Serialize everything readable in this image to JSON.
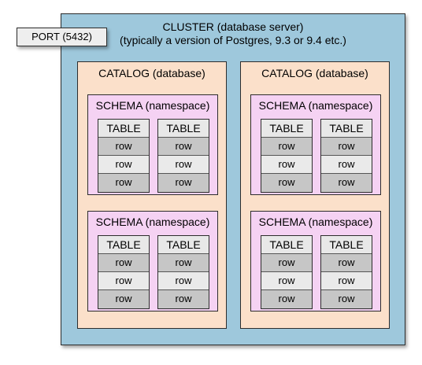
{
  "port_label": "PORT (5432)",
  "cluster": {
    "title_line1": "CLUSTER (database server)",
    "title_line2": "(typically a version of Postgres, 9.3 or 9.4 etc.)"
  },
  "catalogs": [
    {
      "label": "CATALOG (database)",
      "schemas": [
        {
          "label": "SCHEMA (namespace)",
          "tables": [
            {
              "header": "TABLE",
              "rows": [
                "row",
                "row",
                "row"
              ]
            },
            {
              "header": "TABLE",
              "rows": [
                "row",
                "row",
                "row"
              ]
            }
          ]
        },
        {
          "label": "SCHEMA (namespace)",
          "tables": [
            {
              "header": "TABLE",
              "rows": [
                "row",
                "row",
                "row"
              ]
            },
            {
              "header": "TABLE",
              "rows": [
                "row",
                "row",
                "row"
              ]
            }
          ]
        }
      ]
    },
    {
      "label": "CATALOG (database)",
      "schemas": [
        {
          "label": "SCHEMA (namespace)",
          "tables": [
            {
              "header": "TABLE",
              "rows": [
                "row",
                "row",
                "row"
              ]
            },
            {
              "header": "TABLE",
              "rows": [
                "row",
                "row",
                "row"
              ]
            }
          ]
        },
        {
          "label": "SCHEMA (namespace)",
          "tables": [
            {
              "header": "TABLE",
              "rows": [
                "row",
                "row",
                "row"
              ]
            },
            {
              "header": "TABLE",
              "rows": [
                "row",
                "row",
                "row"
              ]
            }
          ]
        }
      ]
    }
  ]
}
